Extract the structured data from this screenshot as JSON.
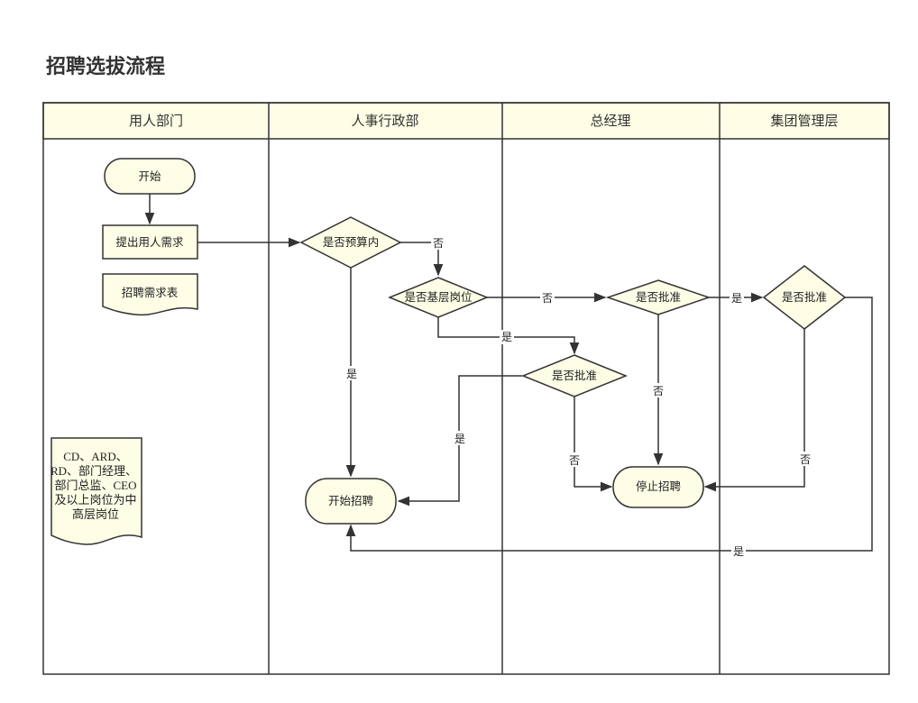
{
  "title": "招聘选拔流程",
  "lanes": {
    "dept": "用人部门",
    "hr": "人事行政部",
    "gm": "总经理",
    "group": "集团管理层"
  },
  "nodes": {
    "start": "开始",
    "request": "提出用人需求",
    "form": "招聘需求表",
    "note": [
      "CD、ARD、",
      "RD、部门经理、",
      "部门总监、CEO",
      "及以上岗位为中",
      "高层岗位"
    ],
    "budget": "是否预算内",
    "basic": "是否基层岗位",
    "hr_approve": "是否批准",
    "gm_approve": "是否批准",
    "group_approve": "是否批准",
    "begin_recruit": "开始招聘",
    "stop_recruit": "停止招聘"
  },
  "edge_labels": {
    "budget_no": "否",
    "budget_yes": "是",
    "basic_no": "否",
    "basic_yes": "是",
    "hr_yes": "是",
    "hr_no": "否",
    "gm_yes": "是",
    "gm_no": "否",
    "group_no": "否",
    "group_yes": "是"
  },
  "colors": {
    "node_fill": "#fefde6",
    "stroke": "#333333",
    "header_fill": "#fefde6"
  }
}
